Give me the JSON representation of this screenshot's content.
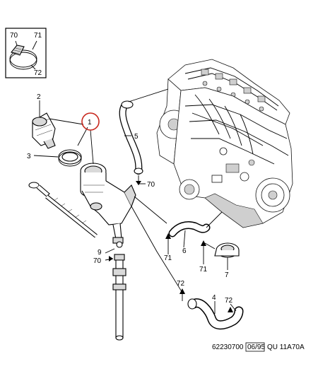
{
  "inset": {
    "labels": [
      "70",
      "71",
      "72"
    ]
  },
  "callouts": {
    "c1": "1",
    "c2": "2",
    "c3": "3",
    "c4": "4",
    "c5": "5",
    "c6": "6",
    "c7": "7",
    "c9": "9",
    "c70a": "70",
    "c70b": "70",
    "c71a": "71",
    "c71b": "71",
    "c72a": "72",
    "c72b": "72"
  },
  "reference": {
    "code": "62230700",
    "date": "06/95",
    "suffix": "QU  11A70A"
  },
  "colors": {
    "highlight_circle": "#c8281e",
    "line": "#000000"
  }
}
